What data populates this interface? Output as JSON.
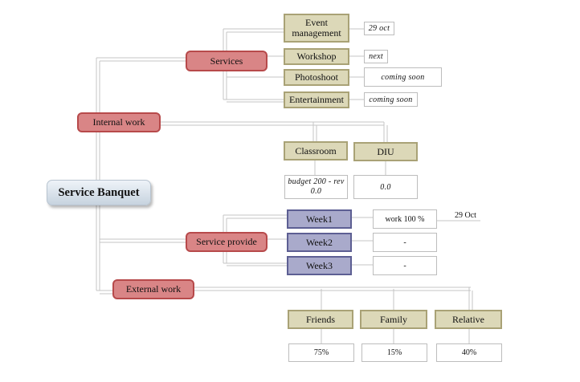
{
  "root": {
    "label": "Service Banquet"
  },
  "branches": {
    "internal_work": "Internal work",
    "services": "Services",
    "service_provide": "Service provide",
    "external_work": "External work"
  },
  "services": {
    "event_management": "Event management",
    "workshop": "Workshop",
    "photoshoot": "Photoshoot",
    "entertainment": "Entertainment"
  },
  "service_notes": {
    "event_management": "29 oct",
    "workshop": "next",
    "photoshoot": "coming soon",
    "entertainment": "coming soon"
  },
  "internal": {
    "classroom": "Classroom",
    "classroom_note": "budget 200 - rev 0.0",
    "diu": "DIU",
    "diu_note": "0.0"
  },
  "weeks": {
    "week1": "Week1",
    "week2": "Week2",
    "week3": "Week3",
    "week1_note": "work 100 %",
    "week2_note": "-",
    "week3_note": "-",
    "week1_date": "29 Oct"
  },
  "external": {
    "friends": "Friends",
    "family": "Family",
    "relative": "Relative",
    "friends_note": "75%",
    "family_note": "15%",
    "relative_note": "40%"
  },
  "colors": {
    "branch_fill": "#d98586",
    "leaf_fill": "#dcd8b8",
    "week_fill": "#a9aacb",
    "connector": "#c8c8c8"
  }
}
